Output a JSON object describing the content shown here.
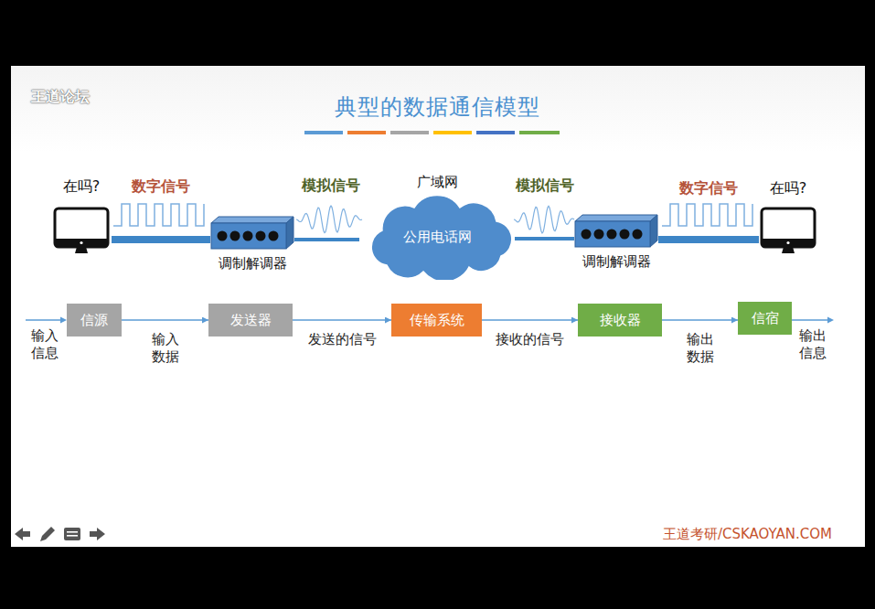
{
  "diagram": {
    "title": "典型的数据通信模型",
    "nodes": [
      {
        "text": [
          "在吗?"
        ]
      },
      {
        "text": [
          "调制解调器"
        ]
      },
      {
        "text": [
          "广域网",
          "公用电话网"
        ]
      },
      {
        "text": [
          "调制解调器"
        ]
      },
      {
        "text": [
          "在吗?"
        ]
      },
      {
        "text": [
          "信源"
        ]
      },
      {
        "text": [
          "发送器"
        ]
      },
      {
        "text": [
          "传输系统"
        ]
      },
      {
        "text": [
          "接收器"
        ]
      },
      {
        "text": [
          "信宿"
        ]
      }
    ],
    "edges": [
      {
        "from": 0,
        "to": 1,
        "label": "数字信号",
        "arrow": "none"
      },
      {
        "from": 1,
        "to": 2,
        "label": "模拟信号",
        "arrow": "none"
      },
      {
        "from": 2,
        "to": 3,
        "label": "模拟信号",
        "arrow": "none"
      },
      {
        "from": 3,
        "to": 4,
        "label": "数字信号",
        "arrow": "none"
      },
      {
        "from": 5,
        "to": 6,
        "label": "输入 数据",
        "arrow": "to"
      },
      {
        "from": 6,
        "to": 7,
        "label": "发送的信号",
        "arrow": "to"
      },
      {
        "from": 7,
        "to": 8,
        "label": "接收的信号",
        "arrow": "to"
      },
      {
        "from": 8,
        "to": 9,
        "label": "输出 数据",
        "arrow": "to"
      }
    ],
    "labels": [
      "王道论坛",
      "输入 信息",
      "输出 信息",
      "王道考研/CSKAOYAN.COM"
    ]
  }
}
